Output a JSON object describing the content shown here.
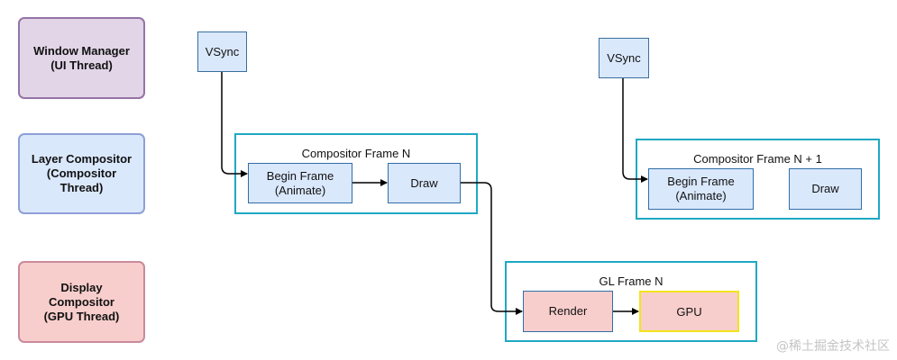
{
  "lanes": [
    {
      "label": "Window Manager\n(UI Thread)"
    },
    {
      "label": "Layer Compositor\n(Compositor\nThread)"
    },
    {
      "label": "Display\nCompositor\n(GPU Thread)"
    }
  ],
  "vsync": [
    "VSync",
    "VSync"
  ],
  "frames": [
    {
      "title": "Compositor Frame N",
      "nodes": [
        "Begin Frame\n(Animate)",
        "Draw"
      ]
    },
    {
      "title": "Compositor Frame N + 1",
      "nodes": [
        "Begin Frame\n(Animate)",
        "Draw"
      ]
    },
    {
      "title": "GL Frame N",
      "nodes": [
        "Render",
        "GPU"
      ]
    }
  ],
  "watermark": "@稀土掘金技术社区",
  "colors": {
    "lane_ui": "#e1d5e7",
    "lane_compositor": "#dae8fc",
    "lane_gpu": "#f8cecc",
    "frame_border": "#1fa8c4",
    "gpu_highlight": "#f5e31a"
  }
}
